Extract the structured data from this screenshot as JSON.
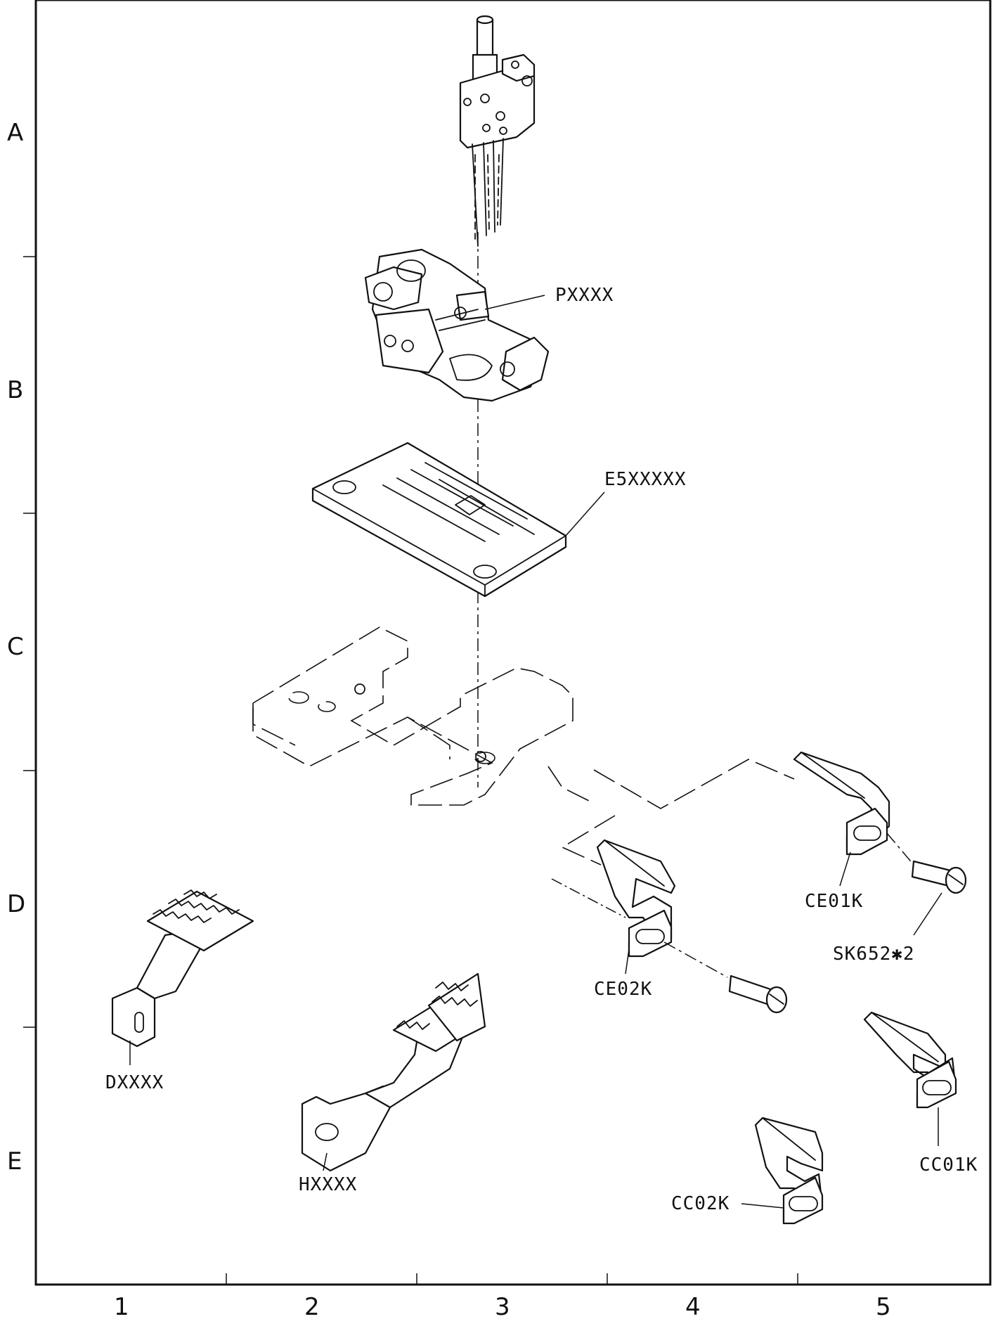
{
  "diagram": {
    "parts": [
      {
        "id": "presser-foot",
        "label": "PXXXX"
      },
      {
        "id": "needle-plate",
        "label": "E5XXXXX"
      },
      {
        "id": "feed-dog-d",
        "label": "DXXXX"
      },
      {
        "id": "feed-dog-h",
        "label": "HXXXX"
      },
      {
        "id": "spreader-ce01k",
        "label": "CE01K"
      },
      {
        "id": "spreader-ce02k",
        "label": "CE02K"
      },
      {
        "id": "screw",
        "label": "SK652✱2"
      },
      {
        "id": "spreader-cc01k",
        "label": "CC01K"
      },
      {
        "id": "spreader-cc02k",
        "label": "CC02K"
      }
    ],
    "grid": {
      "rows": [
        "A",
        "B",
        "C",
        "D",
        "E"
      ],
      "columns": [
        "1",
        "2",
        "3",
        "4",
        "5"
      ]
    }
  }
}
